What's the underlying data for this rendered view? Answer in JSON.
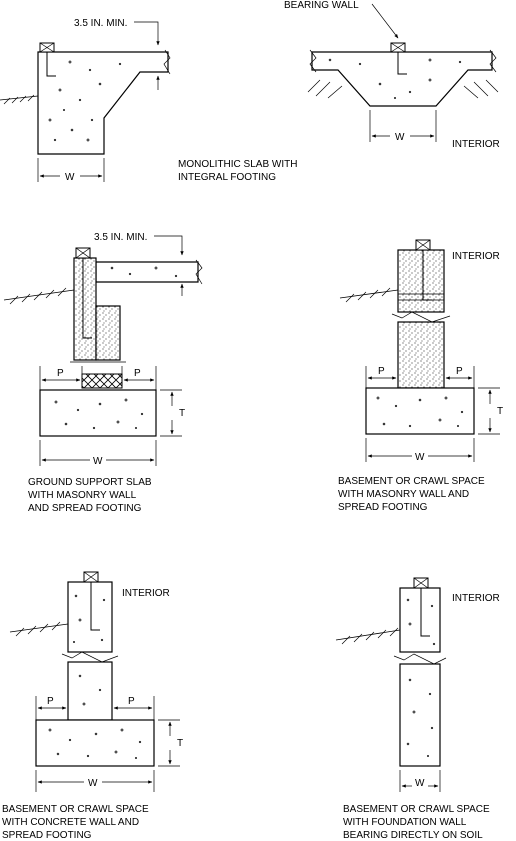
{
  "labels": {
    "bearing_wall": "BEARING WALL",
    "min_1": "3.5 IN. MIN.",
    "min_2": "3.5 IN. MIN.",
    "interior_1": "INTERIOR",
    "interior_2": "INTERIOR",
    "interior_3": "INTERIOR",
    "interior_4": "INTERIOR"
  },
  "dimensions": {
    "w": "W",
    "p": "P",
    "t": "T"
  },
  "captions": {
    "monolithic": [
      "MONOLITHIC SLAB WITH",
      "INTEGRAL FOOTING"
    ],
    "ground_support": [
      "GROUND SUPPORT SLAB",
      "WITH MASONRY WALL",
      "AND SPREAD FOOTING"
    ],
    "basement_masonry": [
      "BASEMENT OR CRAWL SPACE",
      "WITH MASONRY WALL AND",
      "SPREAD FOOTING"
    ],
    "basement_concrete": [
      "BASEMENT OR CRAWL SPACE",
      "WITH CONCRETE WALL AND",
      "SPREAD FOOTING"
    ],
    "basement_foundation": [
      "BASEMENT OR CRAWL SPACE",
      "WITH FOUNDATION WALL",
      "BEARING DIRECTLY ON SOIL"
    ]
  }
}
